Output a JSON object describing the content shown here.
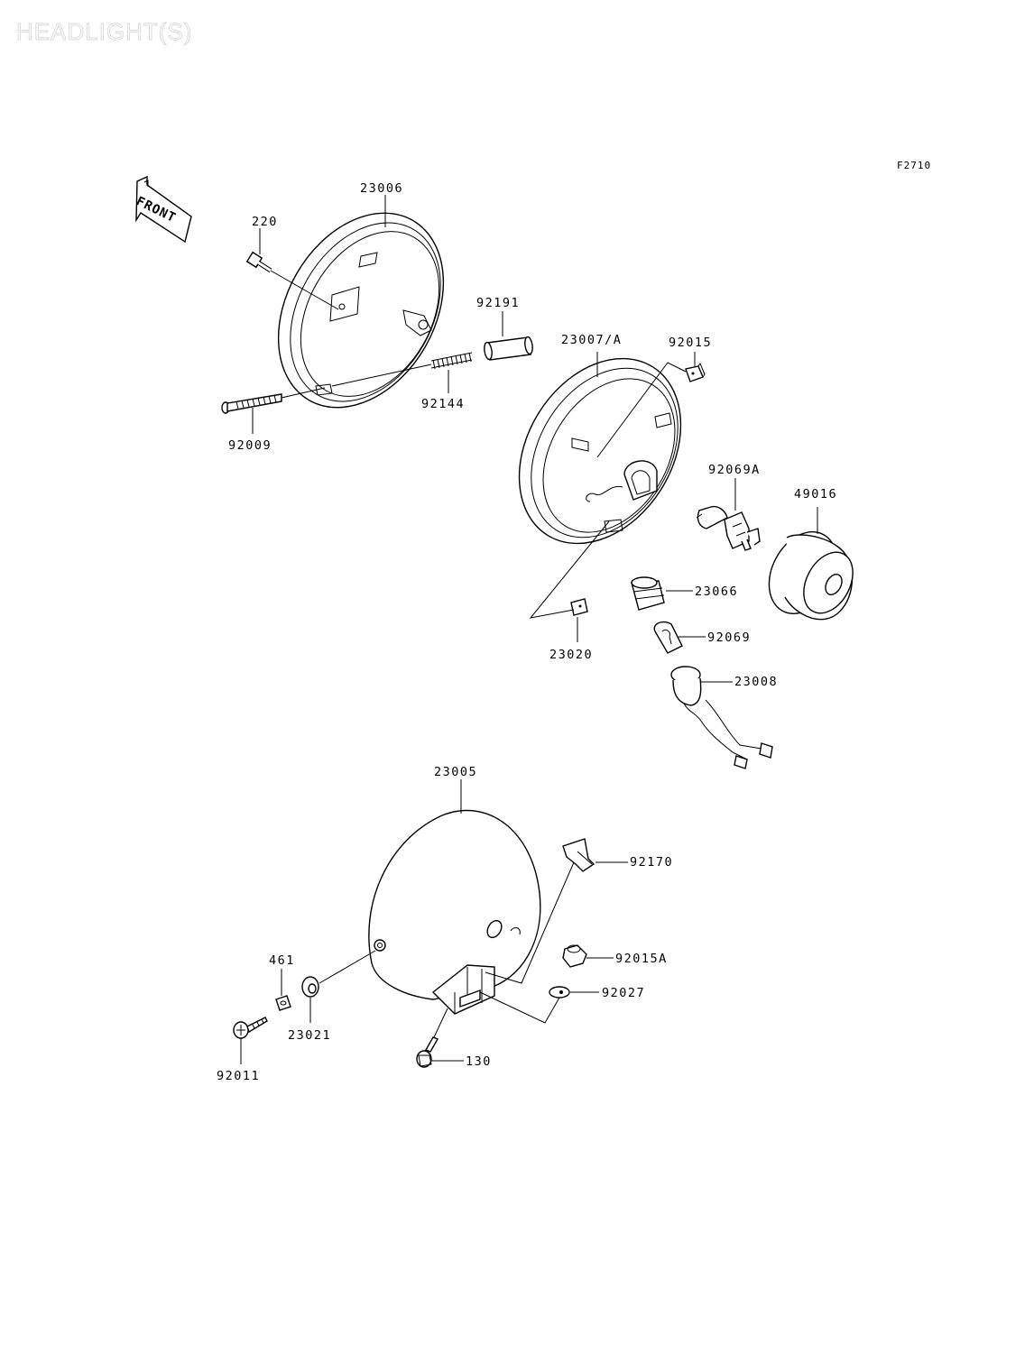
{
  "title": "HEADLIGHT(S)",
  "diagram_code": "F2710",
  "front_label": "FRONT",
  "parts": {
    "p23006": "23006",
    "p220": "220",
    "p92191": "92191",
    "p23007A": "23007/A",
    "p92015": "92015",
    "p92144": "92144",
    "p92009": "92009",
    "p92069A": "92069A",
    "p49016": "49016",
    "p23066": "23066",
    "p92069": "92069",
    "p23020": "23020",
    "p23008": "23008",
    "p23005": "23005",
    "p92170": "92170",
    "p461": "461",
    "p92015A": "92015A",
    "p92027": "92027",
    "p23021": "23021",
    "p130": "130",
    "p92011": "92011"
  }
}
